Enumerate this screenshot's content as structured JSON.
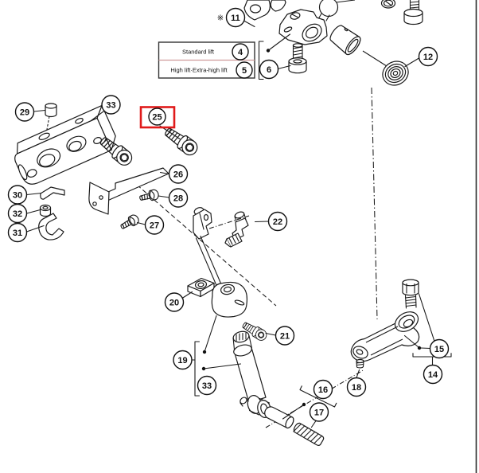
{
  "diagram": {
    "kind": "exploded-parts-diagram",
    "note_symbol": "※",
    "highlight": {
      "part": "25",
      "color": "#e01a1a"
    },
    "table": {
      "rows": [
        {
          "label": "Standard lift",
          "num": "4"
        },
        {
          "label": "High lift·Extra-high lift",
          "num": "5"
        }
      ]
    },
    "callouts": {
      "n6": "6",
      "n11": "11",
      "n12": "12",
      "n14": "14",
      "n15": "15",
      "n16": "16",
      "n17": "17",
      "n18": "18",
      "n19": "19",
      "n20": "20",
      "n21": "21",
      "n22": "22",
      "n25": "25",
      "n26": "26",
      "n27": "27",
      "n28": "28",
      "n29": "29",
      "n30": "30",
      "n31": "31",
      "n32": "32",
      "n33a": "33",
      "n33b": "33"
    }
  }
}
